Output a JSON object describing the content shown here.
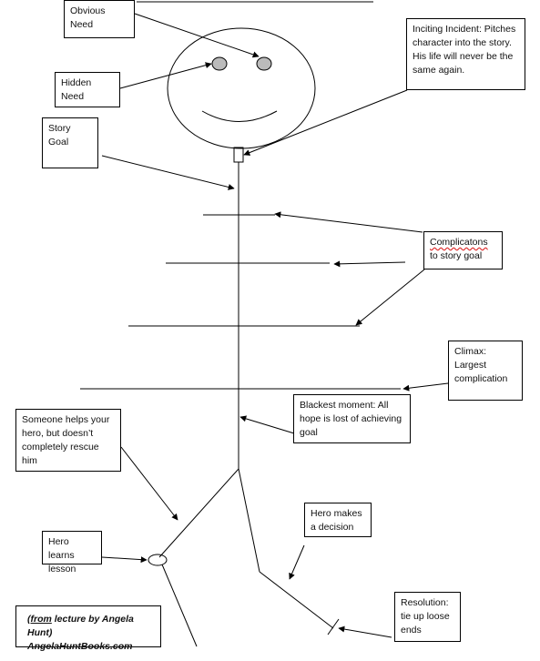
{
  "labels": {
    "obvious_need": "Obvious Need",
    "hidden_need": "Hidden Need",
    "inciting_incident": "Inciting Incident: Pitches character into the story. His life will never be the same again.",
    "story_goal": "Story Goal",
    "complications_word": "Complicatons",
    "complications_rest": " to story goal",
    "climax": "Climax: Largest complication",
    "blackest_moment": "Blackest moment: All hope is lost of achieving goal",
    "someone_helps": "Someone helps your hero, but doesn’t completely rescue him",
    "hero_decision": "Hero makes a decision",
    "hero_learns": "Hero learns lesson",
    "resolution": "Resolution: tie up loose ends"
  },
  "credit": {
    "from": "(from",
    "line1_rest": " lecture by Angela",
    "line2": "Hunt) AngelaHuntBooks.com"
  }
}
